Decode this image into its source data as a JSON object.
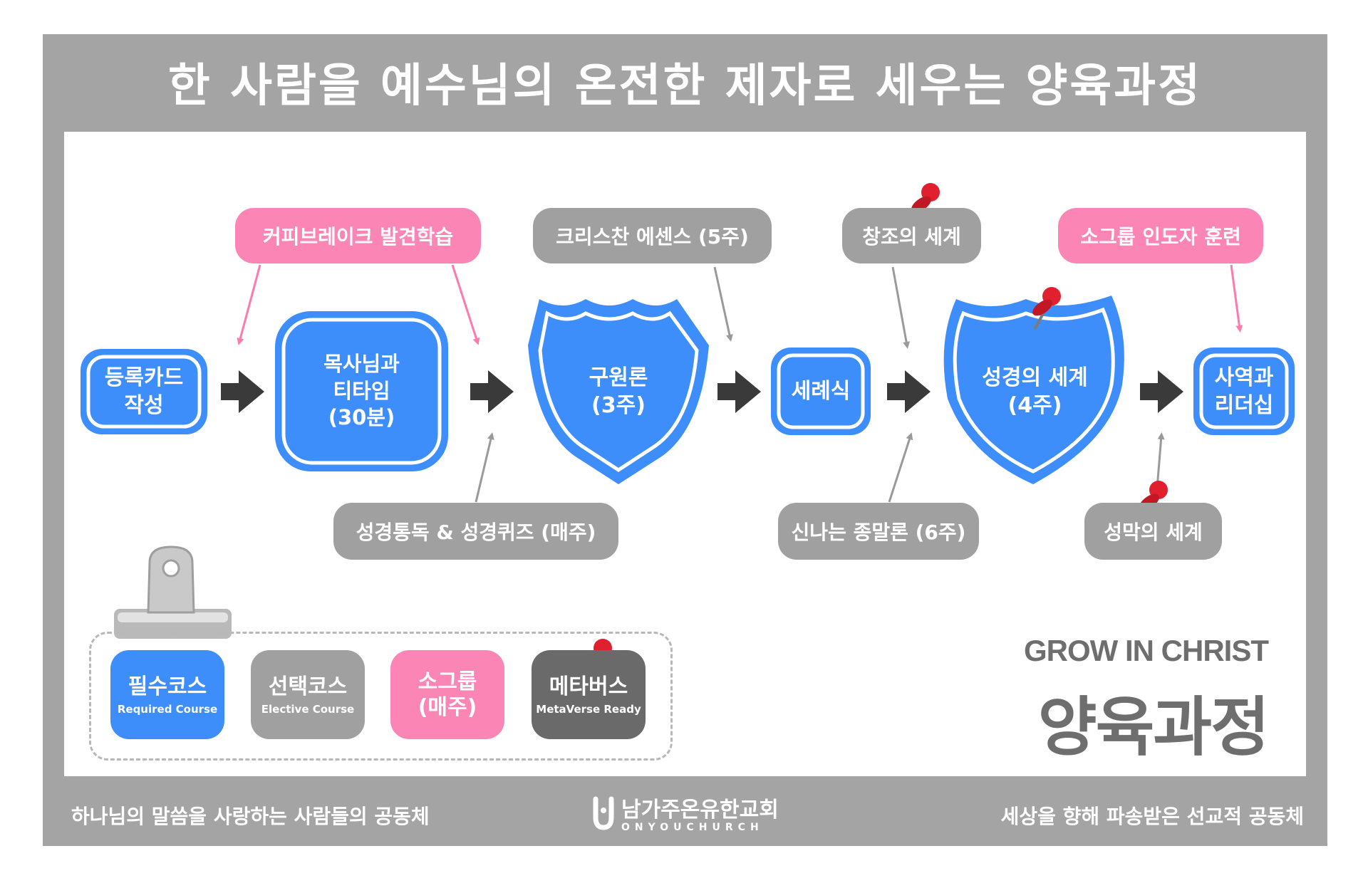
{
  "title": "한 사람을 예수님의 온전한 제자로 세우는 양육과정",
  "colors": {
    "frame": "#a4a4a4",
    "required": "#3d8dfb",
    "elective": "#a0a0a0",
    "small_group": "#fb85b4",
    "metaverse": "#6a6a6a",
    "arrow_main": "#3a3a3a",
    "pin": "#e01f2f"
  },
  "main_steps": [
    {
      "label": "등록카드\n작성",
      "shape": "rounded-rect"
    },
    {
      "label": "목사님과\n티타임\n(30분)",
      "shape": "rounded-rect"
    },
    {
      "label": "구원론\n(3주)",
      "shape": "shield-wavy"
    },
    {
      "label": "세례식",
      "shape": "rounded-rect"
    },
    {
      "label": "성경의 세계\n(4주)",
      "shape": "shield",
      "metaverse": true
    },
    {
      "label": "사역과\n리더십",
      "shape": "rounded-rect"
    }
  ],
  "side_courses": {
    "coffee_break": "커피브레이크 발견학습",
    "christian_essence": "크리스찬 에센스 (5주)",
    "creation_world": "창조의 세계",
    "small_group_leader": "소그룹 인도자 훈련",
    "bible_reading": "성경통독 & 성경퀴즈 (매주)",
    "eschatology": "신나는 종말론 (6주)",
    "tabernacle_world": "성막의 세계"
  },
  "legend": [
    {
      "main": "필수코스",
      "sub": "Required Course",
      "color": "#3d8dfb"
    },
    {
      "main": "선택코스",
      "sub": "Elective Course",
      "color": "#a0a0a0"
    },
    {
      "main": "소그룹\n(매주)",
      "sub": "",
      "color": "#fb85b4"
    },
    {
      "main": "메타버스",
      "sub": "MetaVerse Ready",
      "color": "#6a6a6a"
    }
  ],
  "brand": {
    "english": "GROW IN CHRIST",
    "korean": "양육과정"
  },
  "footer": {
    "left": "하나님의 말씀을 사랑하는 사람들의 공동체",
    "church_name": "남가주온유한교회",
    "church_en": "ONYOUCHURCH",
    "right": "세상을 향해 파송받은 선교적 공동체",
    "logo_icon": "church-logo-icon"
  },
  "icons": [
    "push-pin-icon",
    "binder-clip-icon",
    "arrow-right-icon"
  ]
}
